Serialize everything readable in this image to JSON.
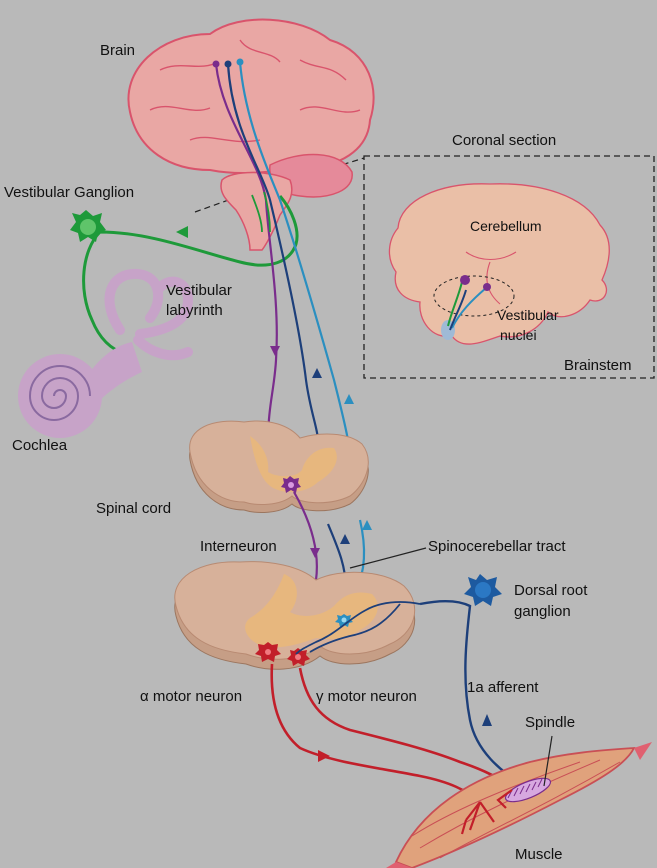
{
  "labels": {
    "brain": "Brain",
    "coronal_section": "Coronal section",
    "vestibular_ganglion": "Vestibular Ganglion",
    "cerebellum": "Cerebellum",
    "vestibular_labyrinth_1": "Vestibular",
    "vestibular_labyrinth_2": "labyrinth",
    "vestibular_nuclei_1": "Vestibular",
    "vestibular_nuclei_2": "nuclei",
    "brainstem": "Brainstem",
    "cochlea": "Cochlea",
    "spinal_cord": "Spinal cord",
    "interneuron": "Interneuron",
    "spinocerebellar_tract": "Spinocerebellar tract",
    "dorsal_root_ganglion_1": "Dorsal root",
    "dorsal_root_ganglion_2": "ganglion",
    "alpha_motor_neuron": "α motor neuron",
    "gamma_motor_neuron": "γ motor neuron",
    "afferent_1a": "1a afferent",
    "spindle": "Spindle",
    "muscle": "Muscle"
  },
  "colors": {
    "background": "#b9b9b9",
    "brain_fill": "#e9a7a4",
    "brain_outline": "#d9546c",
    "tissue_fill": "#d7b19a",
    "gray_matter": "#e7b77e",
    "vestibular_green": "#1e9a3a",
    "dark_blue": "#1d3f7a",
    "light_blue": "#2b8fc0",
    "purple": "#7a2d8c",
    "red": "#c21f2a",
    "muscle_fill": "#e0a27c"
  }
}
